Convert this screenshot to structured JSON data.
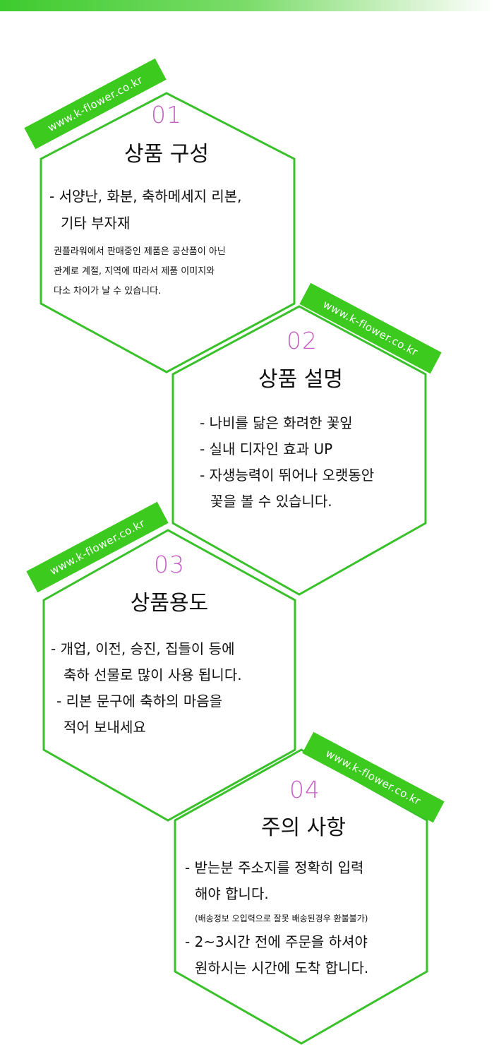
{
  "banner_text": "www.k-flower.co.kr",
  "sections": [
    {
      "number": "01",
      "title": "상품 구성",
      "lines": [
        "- 서양난, 화분, 축하메세지 리본,",
        "기타 부자재"
      ],
      "note": [
        "권플라워에서 판매중인 제품은 공산품이 아닌",
        "관계로 계절, 지역에 따라서  제품 이미지와",
        "다소 차이가 날 수 있습니다."
      ]
    },
    {
      "number": "02",
      "title": "상품 설명",
      "lines": [
        "- 나비를 닮은 화려한 꽃잎",
        "- 실내 디자인 효과 UP",
        "- 자생능력이 뛰어나 오랫동안",
        "꽃을 볼 수 있습니다."
      ]
    },
    {
      "number": "03",
      "title": "상품용도",
      "lines": [
        "- 개업, 이전, 승진, 집들이 등에",
        "축하 선물로 많이 사용 됩니다.",
        "- 리본 문구에 축하의 마음을",
        "적어 보내세요"
      ]
    },
    {
      "number": "04",
      "title": "주의 사항",
      "lines": [
        "- 받는분 주소지를 정확히 입력",
        "해야 합니다.",
        "- 2~3시간 전에 주문을 하셔야",
        "원하시는 시간에 도착 합니다."
      ],
      "note": [
        "(배송정보 오입력으로 잘못 배송된경우 환불불가)"
      ]
    }
  ],
  "colors": {
    "accent_green": "#3dca1f",
    "hex_border": "#39c12a",
    "number_purple": "#c660c6"
  }
}
